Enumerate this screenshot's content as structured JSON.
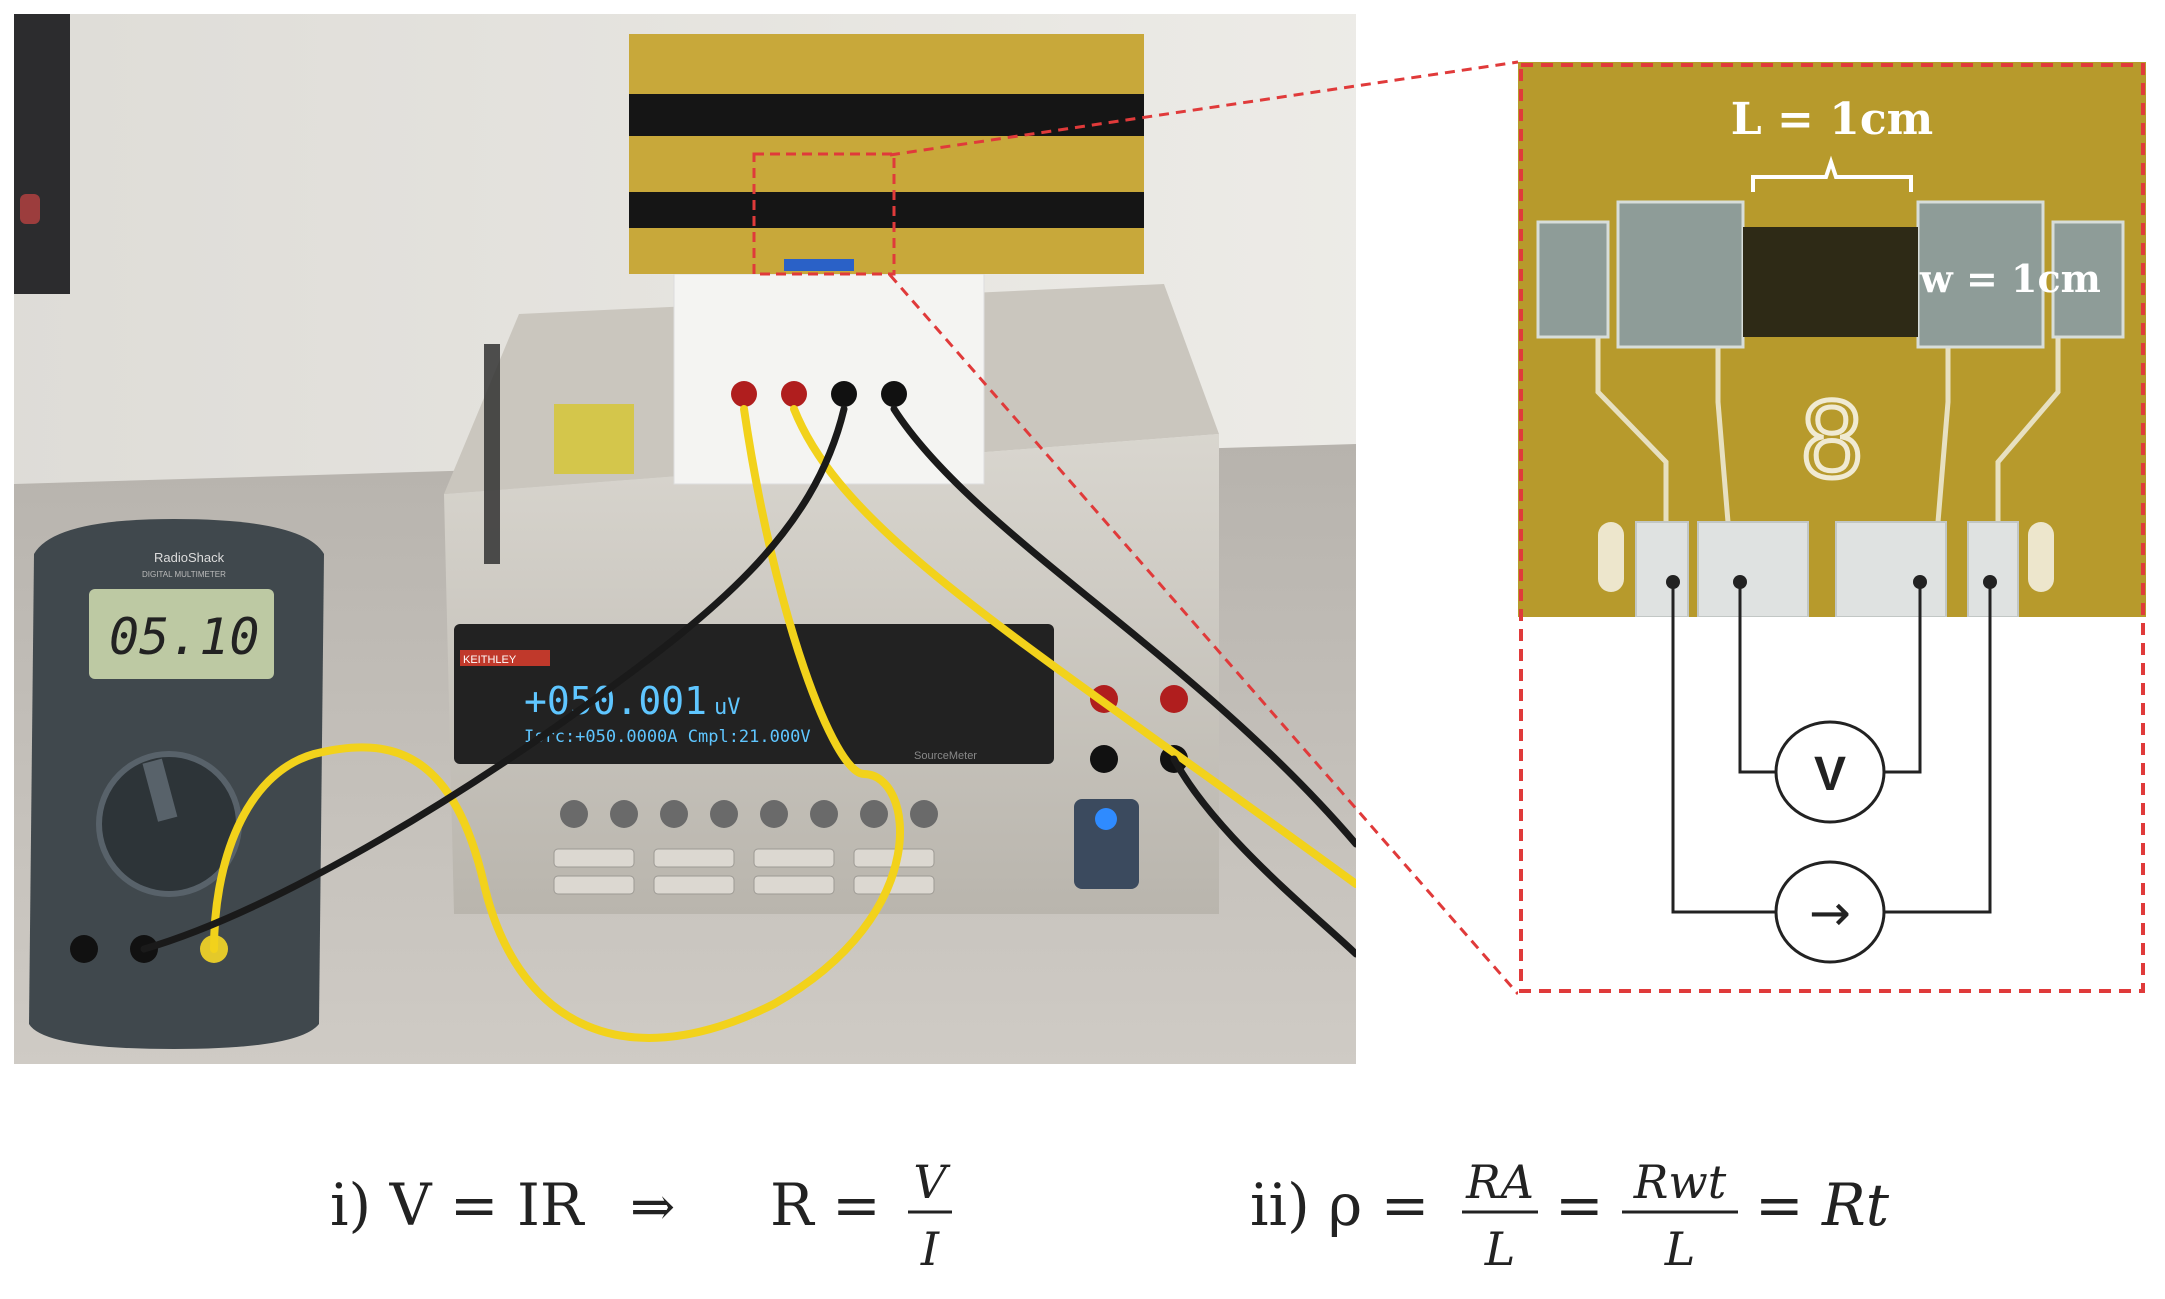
{
  "photo": {
    "multimeter": {
      "brand": "RadioShack",
      "subtitle": "DIGITAL MULTIMETER",
      "reading": "05.10"
    },
    "sourcemeter": {
      "brand": "KEITHLEY",
      "main_readout": "+050.001",
      "main_unit": "uV",
      "sub_readout": "Isrc:+050.0000A  Cmpl:21.000V",
      "model": "SourceMeter"
    }
  },
  "zoom": {
    "length_label": "L = 1cm",
    "width_label": "w = 1cm",
    "sample_number": "8",
    "voltmeter_symbol": "V",
    "current_source_symbol": "→"
  },
  "equations": {
    "eq1_prefix": "i) V = IR",
    "eq1_implies": "⇒",
    "eq1_lhs": "R =",
    "eq1_num": "V",
    "eq1_den": "I",
    "eq2_prefix": "ii) ρ =",
    "eq2_frac1_num": "RA",
    "eq2_frac1_den": "L",
    "eq2_eq": "=",
    "eq2_frac2_num": "Rwt",
    "eq2_frac2_den": "L",
    "eq2_tail": "= Rt"
  },
  "colors": {
    "dashed_outline": "#e03a3a",
    "pcb_yellow": "#b89a2a",
    "probe_yellow": "#f2d21b",
    "cable_black": "#1a1a1a"
  }
}
